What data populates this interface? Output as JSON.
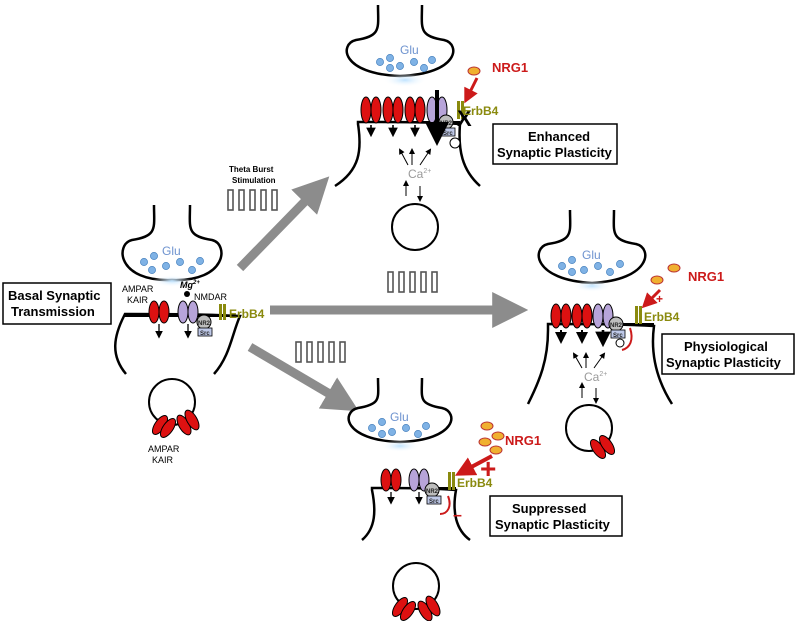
{
  "labels": {
    "basal": [
      "Basal Synaptic",
      "Transmission"
    ],
    "enhanced": [
      "Enhanced",
      "Synaptic Plasticity"
    ],
    "physiological": [
      "Physiological",
      "Synaptic Plasticity"
    ],
    "suppressed": [
      "Suppressed",
      "Synaptic Plasticity"
    ],
    "theta": [
      "Theta Burst",
      "Stimulation"
    ],
    "glu": "Glu",
    "nrg1": "NRG1",
    "erbb4": "ErbB4",
    "ampar": "AMPAR",
    "kair": "KAIR",
    "mg": "Mg",
    "mg_sup": "2+",
    "nmdar": "NMDAR",
    "nr2": "NR2",
    "src": "Src",
    "ca": "Ca",
    "ca_sup": "2+",
    "plus": "+",
    "minus": "–",
    "block": "X"
  },
  "colors": {
    "receptor_red": "#dd1111",
    "nmdar_purple": "#b7a4d9",
    "glu_blue": "#7fb2e5",
    "erbb4_olive": "#8a8a0e",
    "nrg1_red": "#cc1a1a",
    "nrg1_ball": "#f0b030",
    "arrow_gray": "#8c8c8c"
  }
}
